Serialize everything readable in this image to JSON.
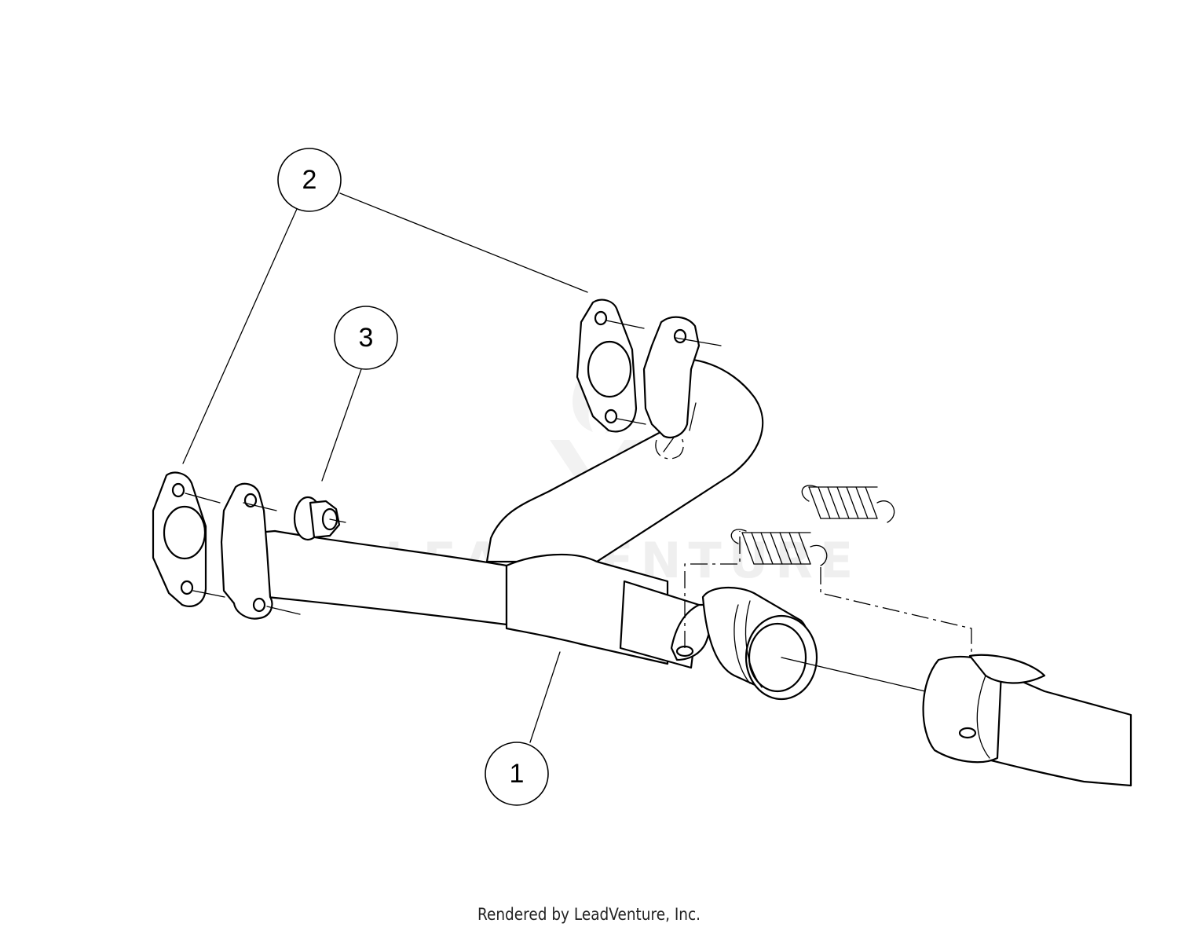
{
  "callouts": [
    {
      "number": "1",
      "part": "exhaust-header-pipe"
    },
    {
      "number": "2",
      "part": "exhaust-gasket"
    },
    {
      "number": "3",
      "part": "flange-nut"
    }
  ],
  "watermark": "LEADVENTURE",
  "credit": "Rendered by LeadVenture, Inc."
}
